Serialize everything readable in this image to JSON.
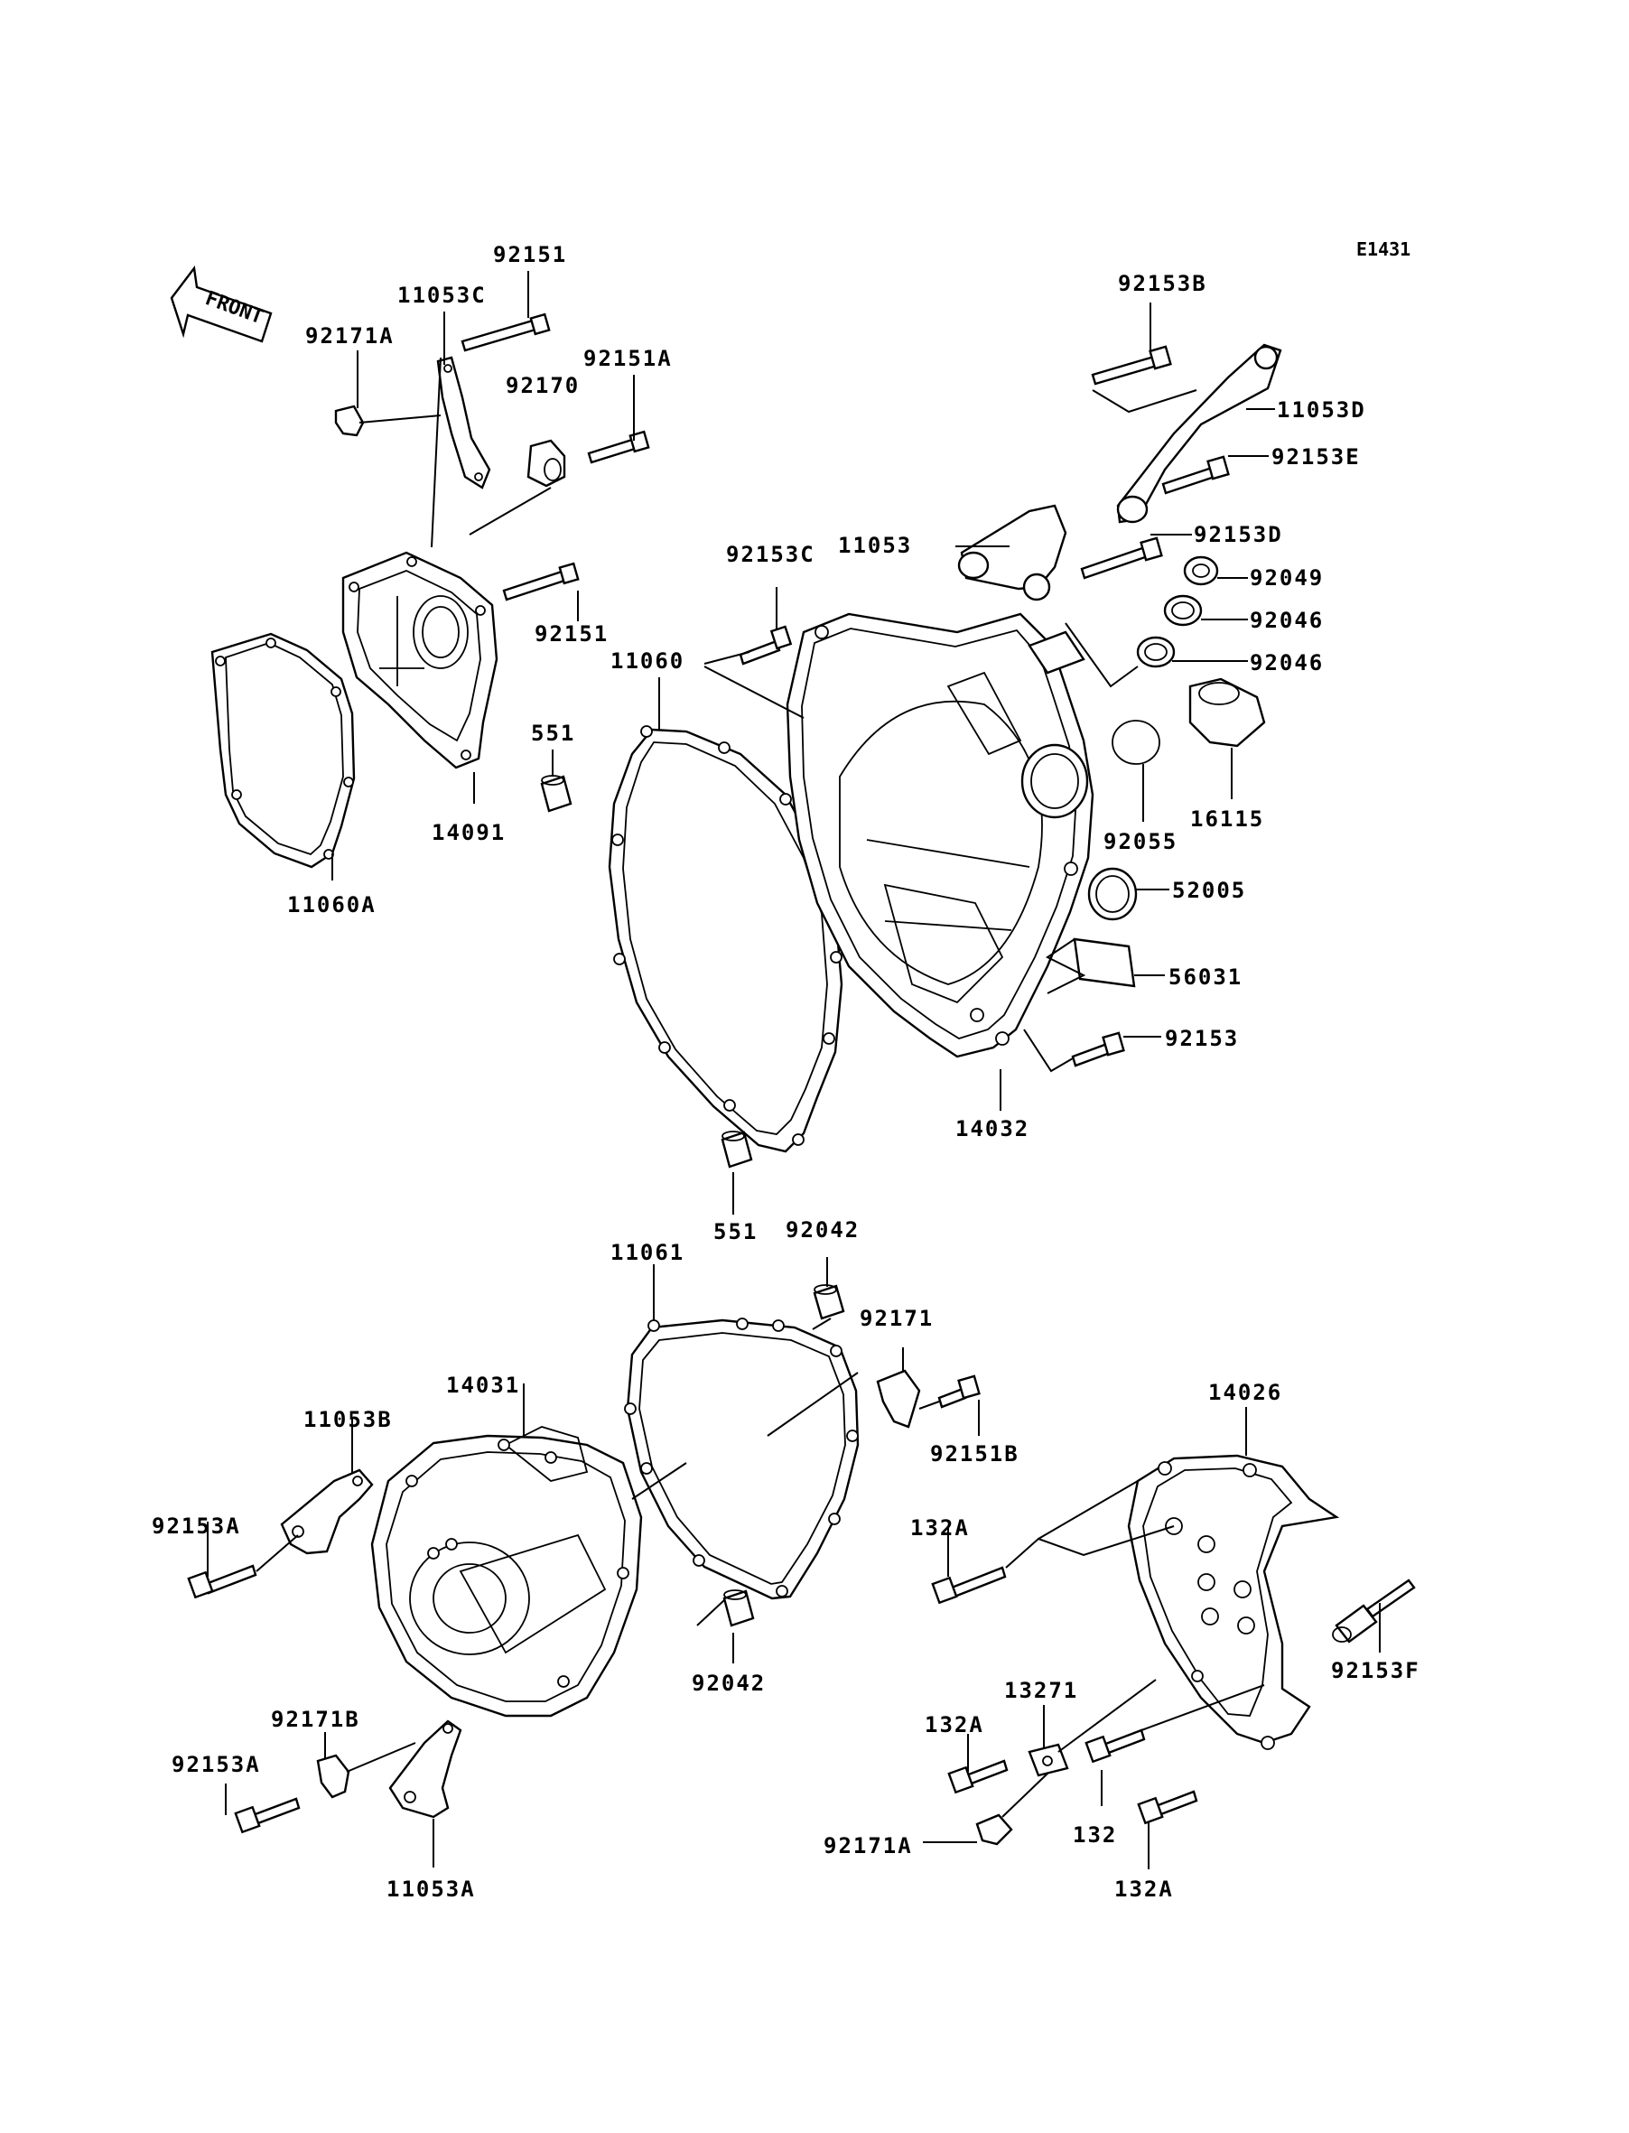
{
  "diagram_code": "E1431",
  "front_arrow_label": "FRONT",
  "callouts": [
    "92151",
    "11053C",
    "92171A",
    "92170",
    "92151A",
    "92151",
    "14091",
    "11060A",
    "551",
    "11060",
    "92153B",
    "11053D",
    "92153E",
    "11053",
    "92153D",
    "92153C",
    "92049",
    "92046",
    "92046",
    "16115",
    "92055",
    "52005",
    "56031",
    "92153",
    "14032",
    "551",
    "92042",
    "11061",
    "92171",
    "92151B",
    "14031",
    "11053B",
    "92153A",
    "14026",
    "132A",
    "92042",
    "92153F",
    "13271",
    "92171B",
    "92153A",
    "132A",
    "132",
    "92171A",
    "132A",
    "11053A"
  ]
}
